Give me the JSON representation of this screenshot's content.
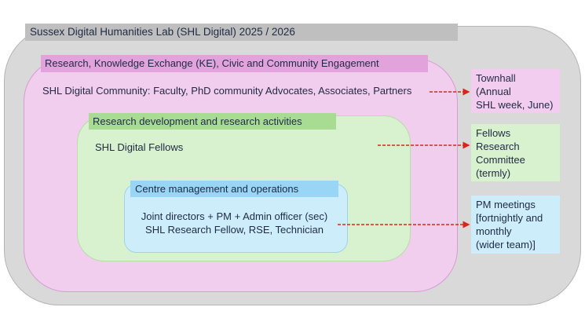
{
  "title": "Sussex Digital Humanities Lab (SHL Digital) 2025 / 2026",
  "research_ke": {
    "header": "Research, Knowledge Exchange (KE),  Civic and Community Engagement",
    "body": "SHL Digital Community: Faculty, PhD community Advocates, Associates, Partners"
  },
  "research_dev": {
    "header": "Research development and research activities",
    "body": "SHL Digital Fellows"
  },
  "centre": {
    "header": "Centre management and operations",
    "line1": "Joint directors + PM + Admin officer (sec)",
    "line2": "SHL Research Fellow, RSE, Technician"
  },
  "meetings": [
    {
      "lines": [
        "Townhall",
        "(Annual",
        "SHL week, June)"
      ]
    },
    {
      "lines": [
        "Fellows",
        "Research",
        "Committee",
        "(termly)"
      ]
    },
    {
      "lines": [
        "PM meetings",
        "[fortnightly and",
        "monthly",
        "(wider team)]"
      ]
    }
  ],
  "colors": {
    "arrow": "#d9261c",
    "outer": "#d9d9d9",
    "pink": "#f1cdee",
    "green": "#d8f1cf",
    "blue": "#cdedfa"
  }
}
